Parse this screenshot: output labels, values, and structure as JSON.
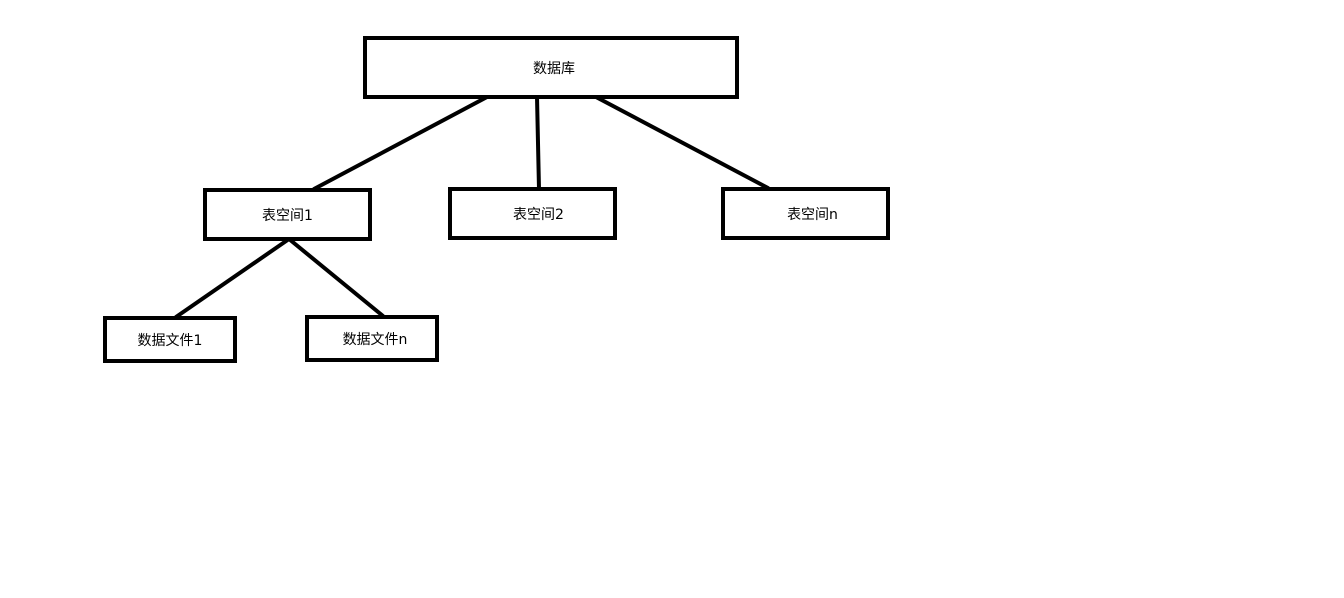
{
  "diagram": {
    "nodes": {
      "database": "数据库",
      "tablespace_1": "表空间1",
      "tablespace_2": "表空间2",
      "tablespace_n": "表空间n",
      "datafile_1": "数据文件1",
      "datafile_n": "数据文件n"
    },
    "edges": [
      {
        "from": "database",
        "to": "tablespace_1"
      },
      {
        "from": "database",
        "to": "tablespace_2"
      },
      {
        "from": "database",
        "to": "tablespace_n"
      },
      {
        "from": "tablespace_1",
        "to": "datafile_1"
      },
      {
        "from": "tablespace_1",
        "to": "datafile_n"
      }
    ],
    "colors": {
      "stroke": "#000000",
      "background": "#ffffff"
    }
  }
}
